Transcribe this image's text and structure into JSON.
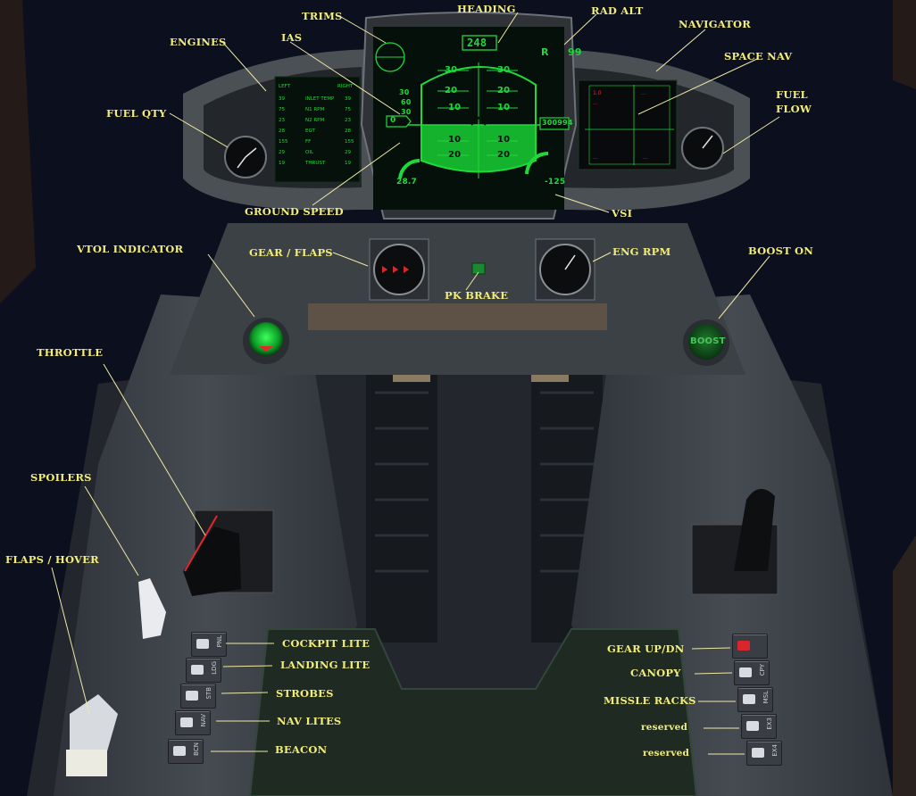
{
  "labels": {
    "trims": "TRIMS",
    "heading": "HEADING",
    "rad_alt": "RAD ALT",
    "navigator": "NAVIGATOR",
    "space_nav": "SPACE NAV",
    "engines": "ENGINES",
    "ias": "IAS",
    "fuel_qty": "FUEL QTY",
    "fuel_flow_1": "FUEL",
    "fuel_flow_2": "FLOW",
    "ground_speed": "GROUND SPEED",
    "vsi": "VSI",
    "vtol_indicator": "VTOL INDICATOR",
    "gear_flaps": "GEAR / FLAPS",
    "eng_rpm": "ENG RPM",
    "boost_on": "BOOST ON",
    "pk_brake": "PK BRAKE",
    "throttle": "THROTTLE",
    "spoilers": "SPOILERS",
    "flaps_hover": "FLAPS / HOVER",
    "cockpit_lite": "COCKPIT LITE",
    "landing_lite": "LANDING LITE",
    "strobes": "STROBES",
    "nav_lites": "NAV LITES",
    "beacon": "BEACON",
    "gear_up_dn": "GEAR UP/DN",
    "canopy": "CANOPY",
    "missle_racks": "MISSLE RACKS",
    "reserved_1": "reserved",
    "reserved_2": "reserved"
  },
  "hud": {
    "heading_value": "248",
    "rad_alt_prefix": "R",
    "rad_alt_value": "99",
    "pitch_top_left": "30",
    "pitch_top_right": "30",
    "pitch_20_left": "20",
    "pitch_20_right": "20",
    "pitch_10_left": "10",
    "pitch_10_right": "10",
    "pitch_m10_left": "10",
    "pitch_m10_right": "10",
    "pitch_m20_left": "20",
    "pitch_m20_right": "20",
    "ias_value": "0",
    "ias_tape_1": "30",
    "ias_tape_2": "60",
    "ias_tape_3": "30",
    "altitude_box": "300994",
    "ground_speed_value": "28.7",
    "vsi_value": "-125"
  },
  "switch_tags": {
    "left": [
      "PNL",
      "LDG",
      "STB",
      "NAV",
      "BCN"
    ],
    "right": [
      "",
      "CPY",
      "MSL",
      "EX3",
      "EX4"
    ]
  },
  "buttons": {
    "boost": "BOOST"
  },
  "colors": {
    "label": "#f2ec7a",
    "hud_green": "#1fd93a",
    "panel": "#3c4145",
    "background": "#0b0f1e"
  }
}
